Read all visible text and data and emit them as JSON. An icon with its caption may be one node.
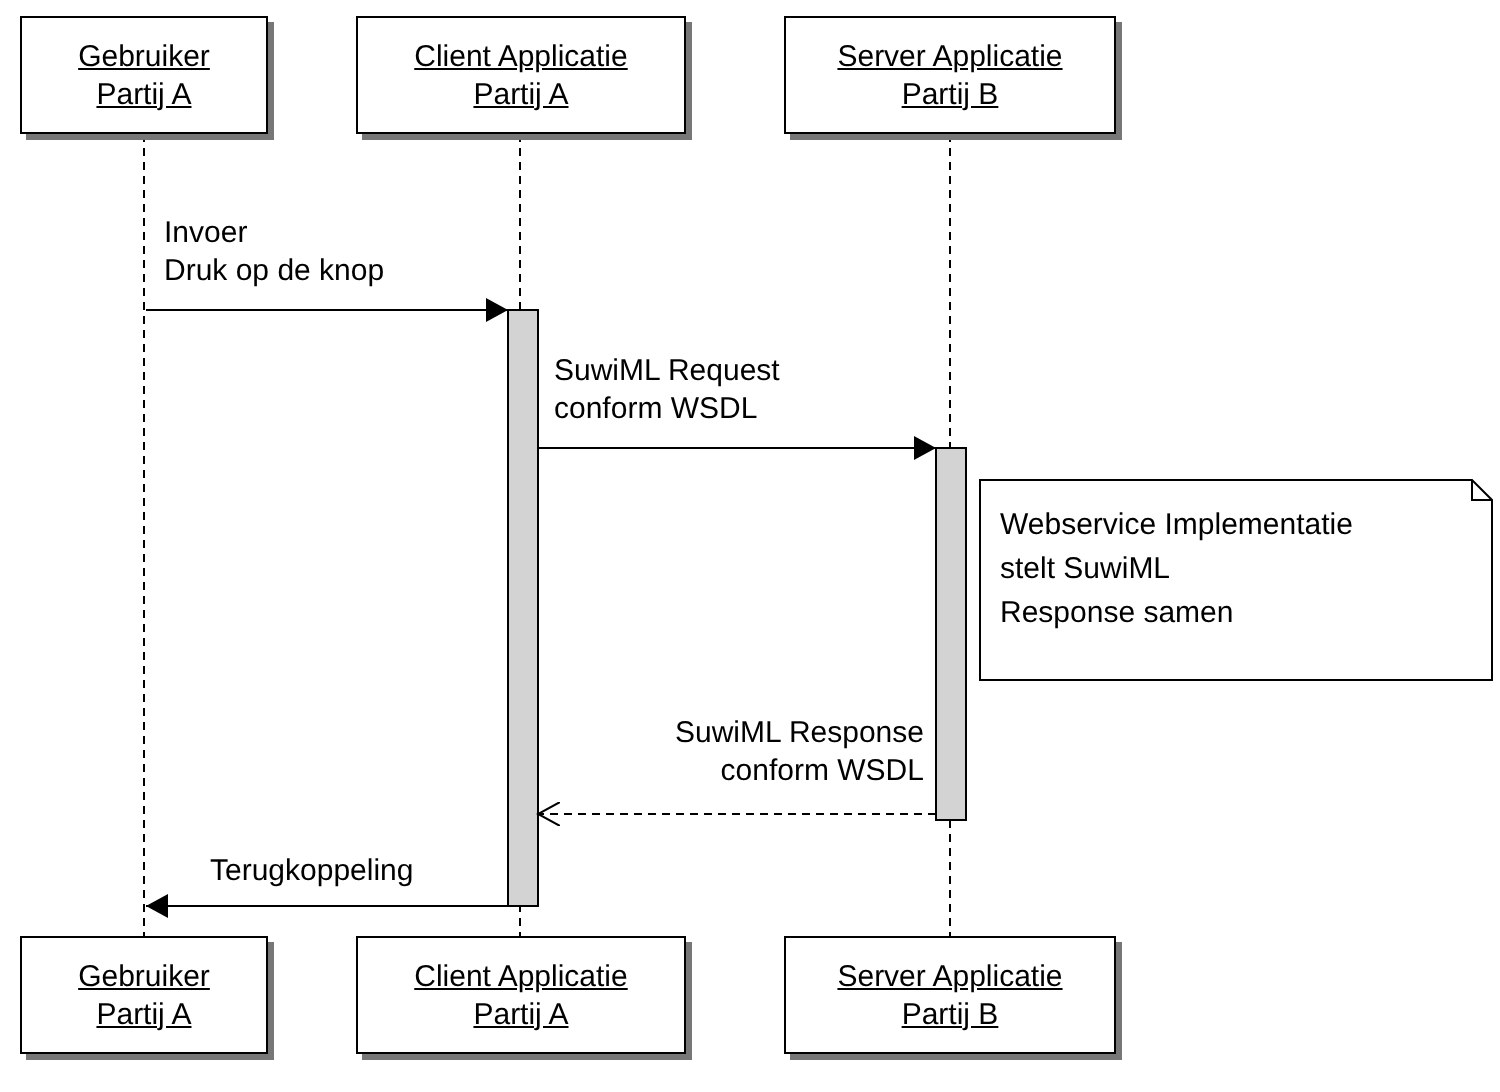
{
  "diagram": {
    "nodes": [
      {
        "text": [
          "Gebruiker Partij A"
        ]
      },
      {
        "text": [
          "Client Applicatie Partij A"
        ]
      },
      {
        "text": [
          "Server Applicatie Partij B"
        ]
      },
      {
        "text": [],
        "shape": "line"
      },
      {
        "text": [],
        "shape": "line"
      },
      {
        "text": [],
        "shape": "line"
      },
      {
        "text": [],
        "shape": "bar"
      },
      {
        "text": [],
        "shape": "bar"
      },
      {
        "text": [
          "Webservice Implementatie stelt SuwiML Response samen"
        ]
      },
      {
        "text": [
          "Gebruiker Partij A"
        ]
      },
      {
        "text": [
          "Client Applicatie Partij A"
        ]
      },
      {
        "text": [
          "Server Applicatie Partij B"
        ]
      }
    ],
    "edges": [
      {
        "from": 3,
        "to": 6,
        "arrow": "to",
        "label": "Invoer Druk op de knop"
      },
      {
        "from": 6,
        "to": 7,
        "arrow": "to",
        "label": "SuwiML Request conform WSDL"
      },
      {
        "from": 7,
        "to": 6,
        "arrow": "to",
        "style": "dashed",
        "label": "SuwiML Response conform WSDL"
      },
      {
        "from": 6,
        "to": 3,
        "arrow": "to",
        "label": "Terugkoppeling"
      }
    ]
  }
}
